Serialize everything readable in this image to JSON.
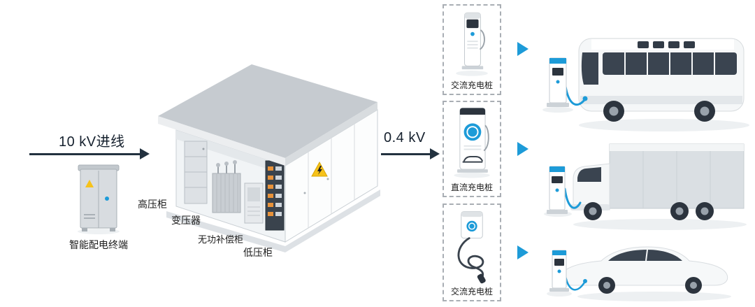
{
  "page": {
    "background": "#ffffff"
  },
  "colors": {
    "accent_blue": "#1d9bd8",
    "arrow_navy": "#22313f",
    "warning_yellow": "#f6c21a",
    "cabinet_gray": "#d8dce0",
    "dark_panel": "#3a434d"
  },
  "terminal": {
    "label": "智能配电终端"
  },
  "incoming": {
    "label": "10 kV进线"
  },
  "outgoing": {
    "label": "0.4 kV"
  },
  "substation": {
    "labels": {
      "high_voltage": "高压柜",
      "transformer": "变压器",
      "reactive": "无功补偿柜",
      "low_voltage": "低压柜"
    }
  },
  "charger_boxes": [
    {
      "label": "交流充电桩",
      "vehicle": "bus"
    },
    {
      "label": "直流充电桩",
      "vehicle": "truck"
    },
    {
      "label": "交流充电桩",
      "vehicle": "car"
    }
  ]
}
